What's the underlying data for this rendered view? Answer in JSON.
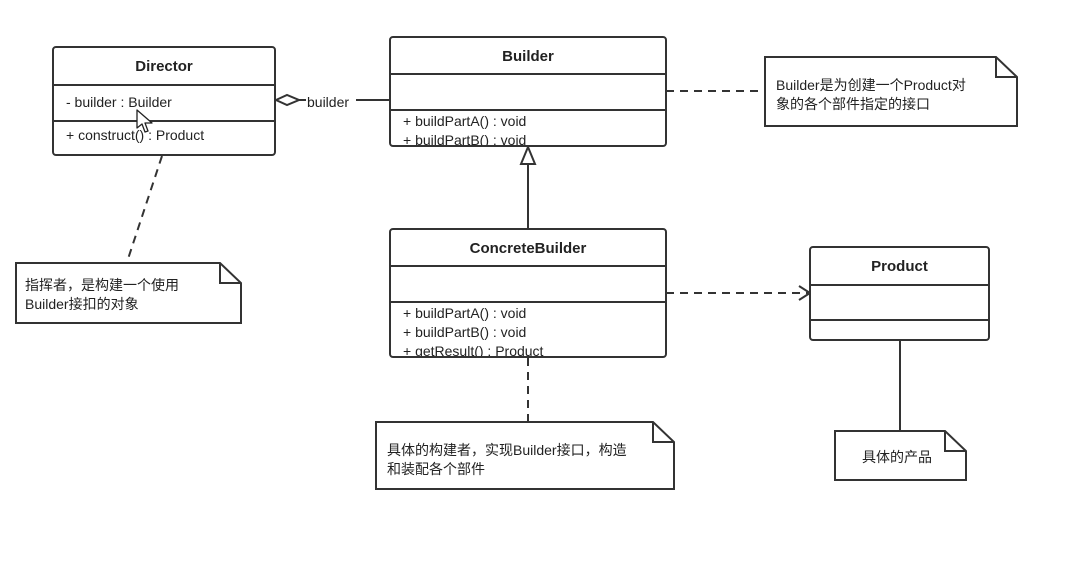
{
  "classes": {
    "director": {
      "name": "Director",
      "attributes": [
        "- builder : Builder"
      ],
      "methods": [
        "+ construct()  : Product"
      ]
    },
    "builder": {
      "name": "Builder",
      "attributes": [],
      "methods": [
        "+ buildPartA() : void",
        "+ buildPartB() : void"
      ]
    },
    "concrete_builder": {
      "name": "ConcreteBuilder",
      "attributes": [],
      "methods": [
        "+ buildPartA() : void",
        "+ buildPartB() : void",
        "+ getResult() : Product"
      ]
    },
    "product": {
      "name": "Product",
      "attributes": [],
      "methods": []
    }
  },
  "notes": {
    "director": [
      "指挥者，是构建一个使用",
      "Builder接扣的对象"
    ],
    "builder": [
      "Builder是为创建一个Product对",
      "象的各个部件指定的接口"
    ],
    "concrete_builder": [
      "具体的构建者，实现Builder接口，构造",
      "和装配各个部件"
    ],
    "product": [
      "具体的产品"
    ]
  },
  "connections": {
    "aggregation_label": "builder"
  },
  "colors": {
    "stroke": "#333333",
    "background": "#ffffff"
  }
}
